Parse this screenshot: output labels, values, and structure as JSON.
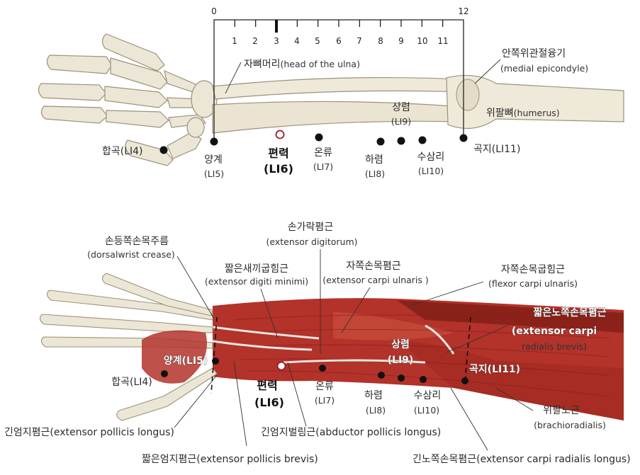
{
  "ruler": {
    "ticks": [
      "0",
      "1",
      "2",
      "3",
      "4",
      "5",
      "6",
      "7",
      "8",
      "9",
      "10",
      "11",
      "12"
    ],
    "highlight_tick": "3"
  },
  "top": {
    "labels": {
      "ulna_head_ko": "자뼈머리",
      "ulna_head_en": "(head of the ulna)",
      "medial_epicondyle_ko": "안쪽위관절융기",
      "medial_epicondyle_en": "(medial epicondyle)",
      "humerus_ko": "위팔뼈",
      "humerus_en": "(humerus)",
      "li4": "합곡(LI4)",
      "li5_ko": "양계",
      "li5_code": "(LI5)",
      "li6_ko": "편력",
      "li6_code": "(LI6)",
      "li7_ko": "온류",
      "li7_code": "(LI7)",
      "li8_ko": "하렴",
      "li8_code": "(LI8)",
      "li9_ko": "상렴",
      "li9_code": "(LI9)",
      "li10_ko": "수삼리",
      "li10_code": "(LI10)",
      "li11": "곡지(LI11)"
    }
  },
  "bottom": {
    "labels": {
      "dorsal_crease_ko": "손등쪽손목주름",
      "dorsal_crease_en": "(dorsalwrist crease)",
      "ext_digitorum_ko": "손가락폄근",
      "ext_digitorum_en": "(extensor digitorum)",
      "ext_digiti_minimi_ko": "짧은새끼굽힘근",
      "ext_digiti_minimi_en": "(extensor digiti minimi)",
      "ecu_ko": "자쪽손목폄근",
      "ecu_en": "(extensor carpi ulnaris )",
      "fcu_ko": "자쪽손목굽힘근",
      "fcu_en": "(flexor carpi ulnaris)",
      "ecrb_ko": "짧은노쪽손목폄근",
      "ecrb_en1": "(extensor carpi",
      "ecrb_en2": "radialis brevis)",
      "li5": "양계(LI5)",
      "li4": "합곡(LI4)",
      "li6_ko": "편력",
      "li6_code": "(LI6)",
      "li7_ko": "온류",
      "li7_code": "(LI7)",
      "li8_ko": "하렴",
      "li8_code": "(LI8)",
      "li9_ko": "상렴",
      "li9_code": "(LI9)",
      "li10_ko": "수삼리",
      "li10_code": "(LI10)",
      "li11": "곡지(LI11)",
      "brachioradialis_ko": "위팔노근",
      "brachioradialis_en": "(brachioradialis)",
      "epl": "긴엄지폄근(extensor pollicis longus)",
      "epb": "짧은엄지폄근(extensor pollicis brevis)",
      "apl": "긴엄지벌림근(abductor pollicis longus)",
      "ecrl": "긴노쪽손목폄근(extensor carpi radialis longus)"
    }
  },
  "colors": {
    "bone": "#ece6d6",
    "bone_shade": "#b9ab8c",
    "muscle": "#b3322a",
    "muscle_dark": "#7e1d18",
    "tendon": "#e9e6df",
    "point_fill": "#111111",
    "li6_ring": "#9b1b2a"
  }
}
